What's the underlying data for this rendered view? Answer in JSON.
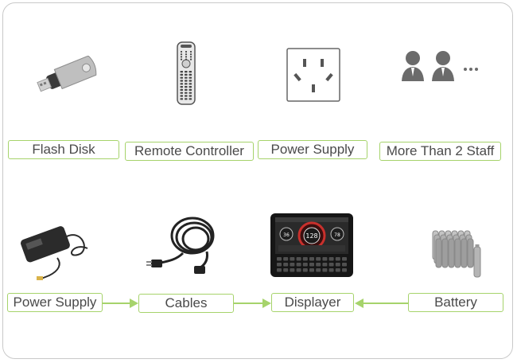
{
  "top_row": [
    {
      "label": "Flash Disk",
      "icon": "usb-flash-drive-icon"
    },
    {
      "label": "Remote Controller",
      "icon": "remote-control-icon"
    },
    {
      "label": "Power Supply",
      "icon": "wall-socket-icon"
    },
    {
      "label": "More Than 2 Staff",
      "icon": "two-people-icon"
    }
  ],
  "bottom_row": [
    {
      "label": "Power Supply",
      "icon": "power-adapter-icon"
    },
    {
      "label": "Cables",
      "icon": "power-cable-icon"
    },
    {
      "label": "Displayer",
      "icon": "handheld-display-icon"
    },
    {
      "label": "Battery",
      "icon": "battery-pack-icon"
    }
  ],
  "display_screen": {
    "gauge_center_value": "128",
    "left_value": "36",
    "right_value": "78"
  },
  "colors": {
    "label_border": "#a6d36b",
    "arrow": "#a6d36b",
    "card_border": "#c9c9c9",
    "text": "#4a4a4a"
  }
}
